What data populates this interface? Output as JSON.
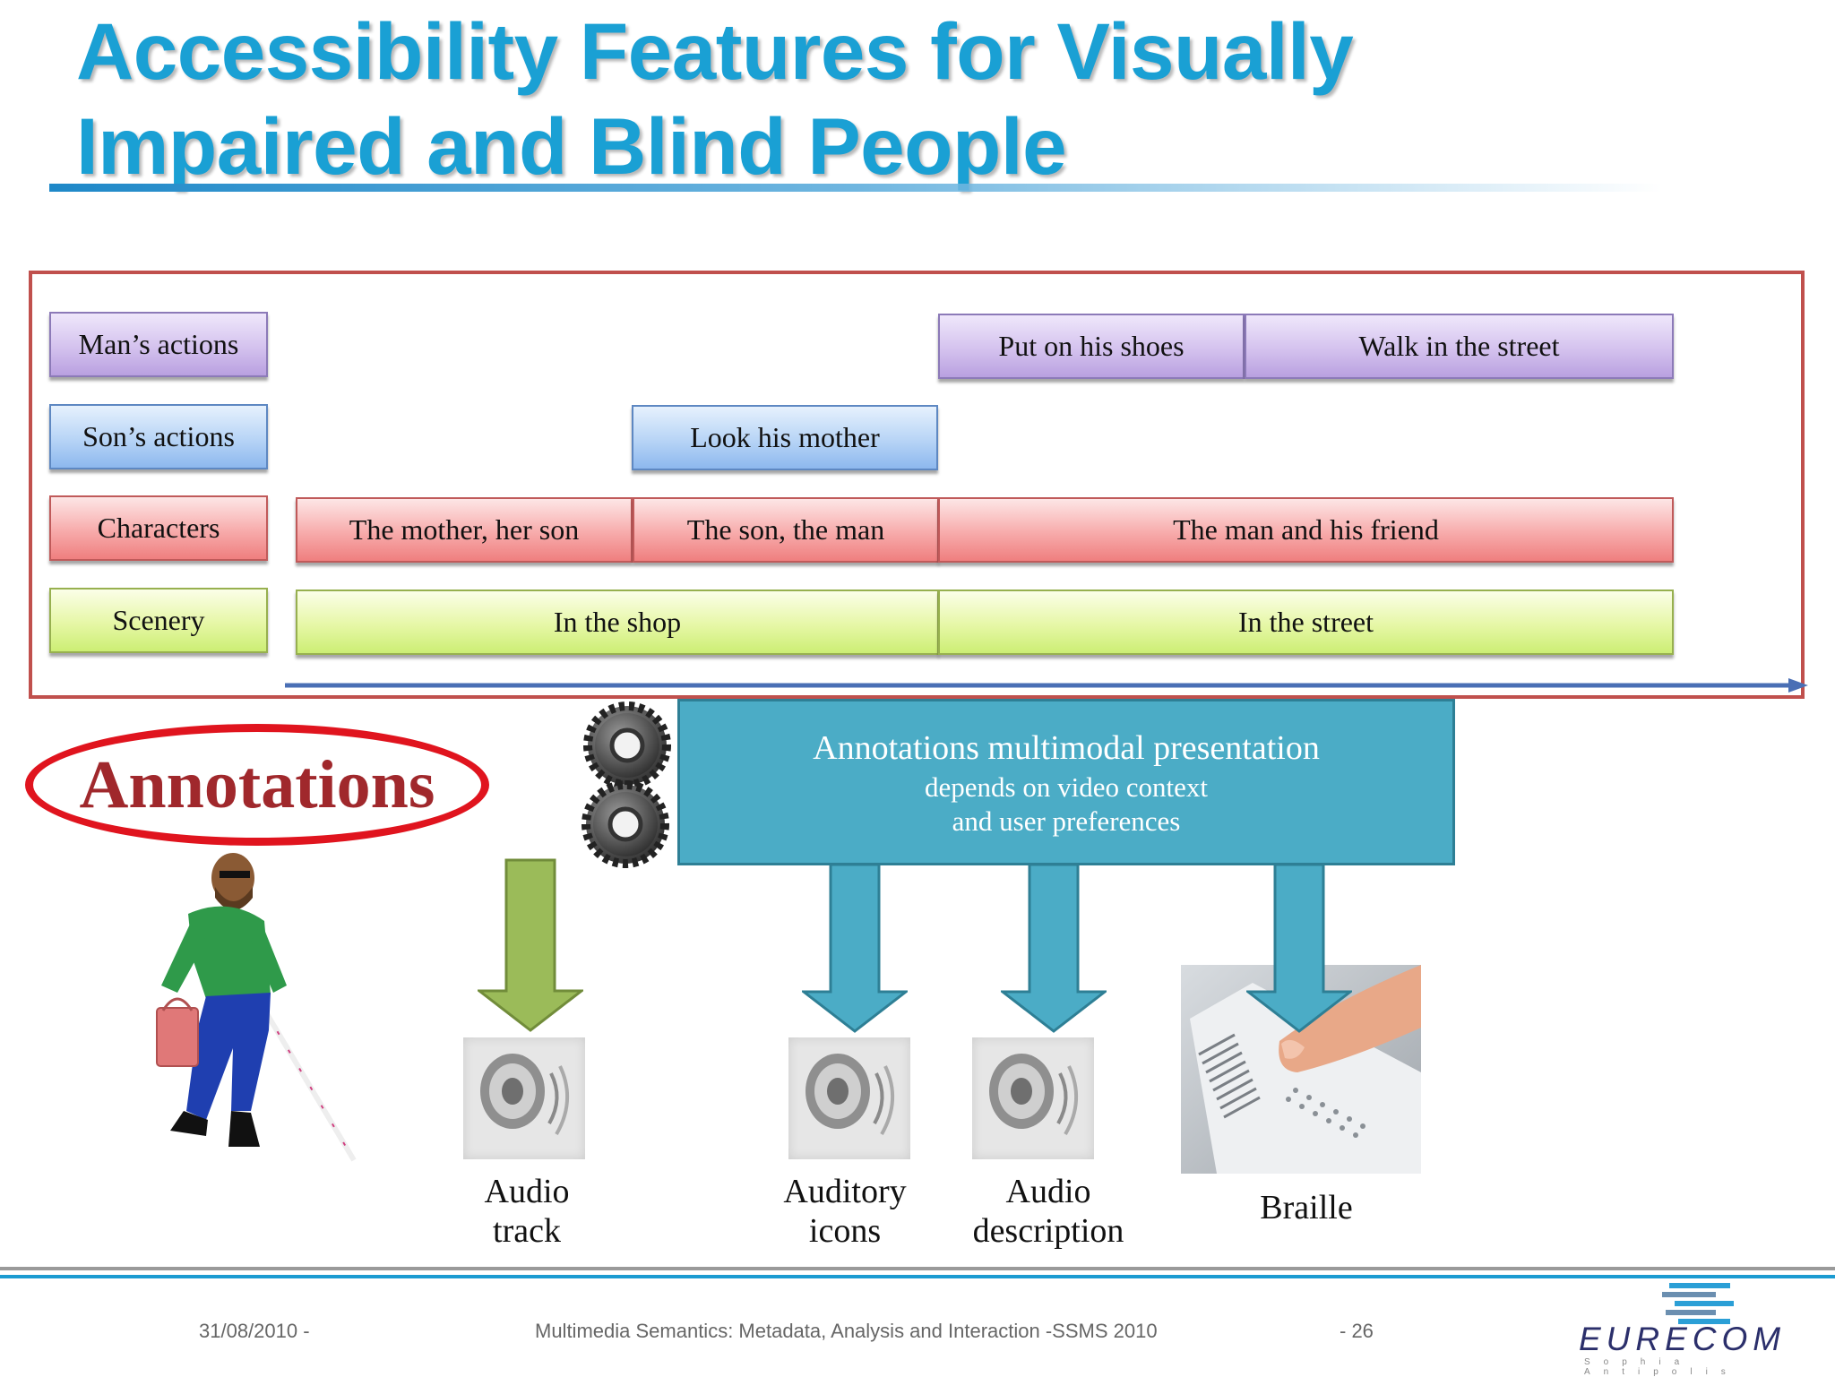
{
  "title": {
    "line1": "Accessibility Features for Visually",
    "line2": "Impaired and Blind People"
  },
  "timeline": {
    "row_labels": {
      "mans_actions": "Man’s actions",
      "sons_actions": "Son’s actions",
      "characters": "Characters",
      "scenery": "Scenery"
    },
    "mans_actions": [
      "Put on his shoes",
      "Walk in the street"
    ],
    "sons_actions": [
      "Look his mother"
    ],
    "characters": [
      "The mother, her son",
      "The son, the man",
      "The man and his friend"
    ],
    "scenery": [
      "In the shop",
      "In the street"
    ]
  },
  "annotations_label": "Annotations",
  "presentation": {
    "title": "Annotations multimodal presentation",
    "line2": "depends on video context",
    "line3": "and user preferences"
  },
  "outputs": {
    "audio_track": [
      "Audio",
      "track"
    ],
    "auditory_icons": [
      "Auditory",
      "icons"
    ],
    "audio_description": [
      "Audio",
      "description"
    ],
    "braille": "Braille"
  },
  "colors": {
    "title": "#1aa0d4",
    "frame": "#c0504d",
    "presentation_box": "#4bacc6",
    "oval": "#e0141e",
    "annotations_text": "#a0282c",
    "green_arrow": "#9bbb59"
  },
  "footer": {
    "date": "31/08/2010 -",
    "course": "Multimedia Semantics: Metadata, Analysis and Interaction -SSMS 2010",
    "page": "- 26",
    "logo": "EURECOM",
    "logo_tagline": "Sophia Antipolis"
  }
}
